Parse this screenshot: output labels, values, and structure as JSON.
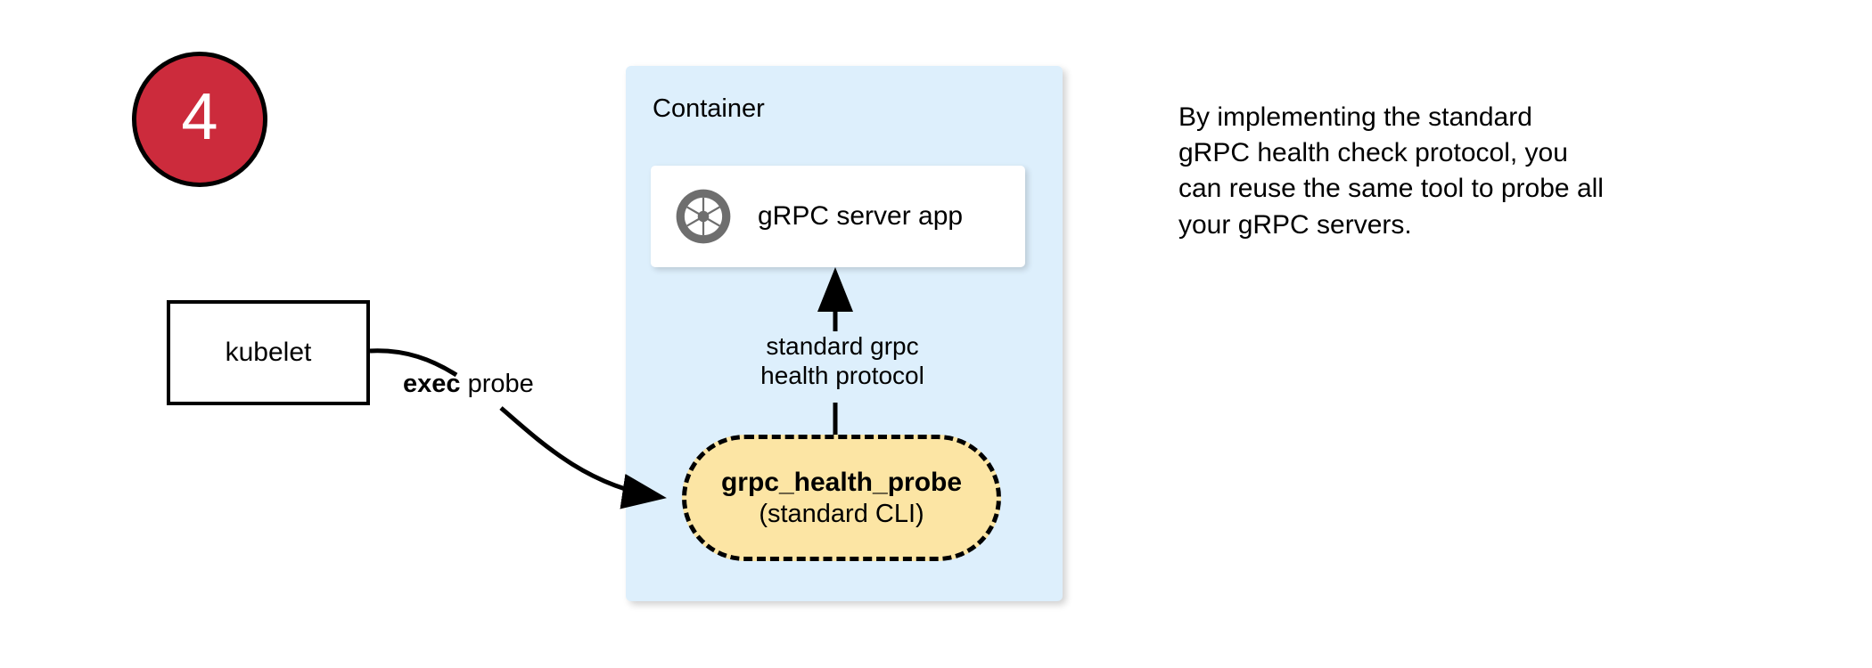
{
  "step": {
    "number": "4"
  },
  "kubelet": {
    "label": "kubelet"
  },
  "container": {
    "title": "Container",
    "fill_color": "#ddeffc"
  },
  "server_app": {
    "label": "gRPC server app",
    "icon": "grpc-aperture-icon",
    "icon_color": "#6e6e6e"
  },
  "probe": {
    "title": "grpc_health_probe",
    "subtitle": "(standard CLI)",
    "fill_color": "#fce5a4"
  },
  "edges": {
    "exec_probe_bold": "exec",
    "exec_probe_rest": " probe",
    "protocol_line1": "standard grpc",
    "protocol_line2": "health protocol"
  },
  "annotation": {
    "line1": "By implementing the standard",
    "line2": "gRPC health check protocol, you",
    "line3": "can reuse the same tool to probe all",
    "line4": "your gRPC servers."
  },
  "colors": {
    "badge_fill": "#cc2b3c",
    "badge_text": "#ffffff",
    "stroke": "#000000",
    "card_fill": "#ffffff",
    "background": "#ffffff"
  }
}
